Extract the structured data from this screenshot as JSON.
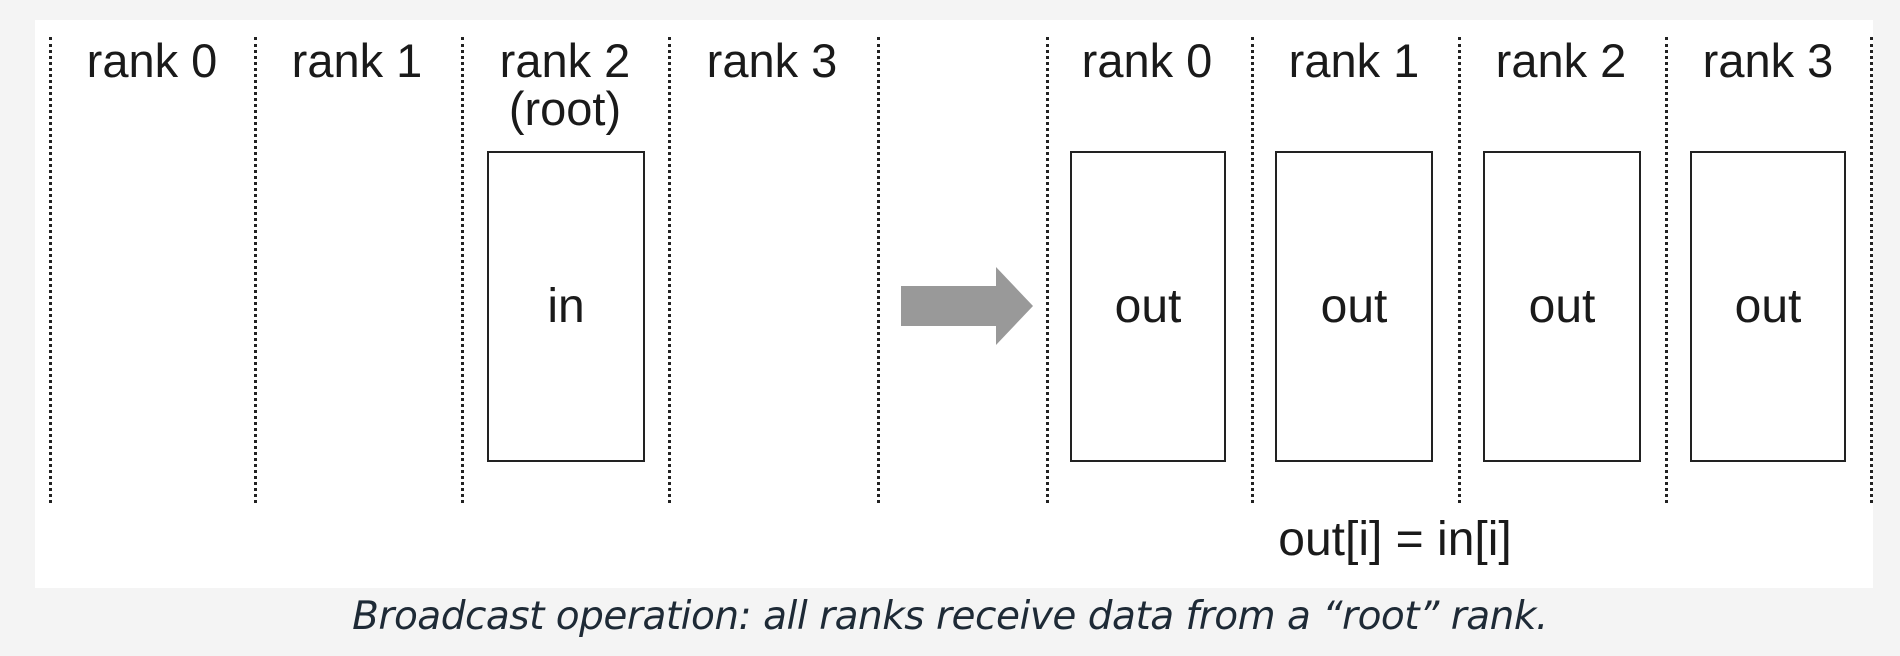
{
  "before": {
    "ranks": [
      {
        "label": "rank 0",
        "sub": ""
      },
      {
        "label": "rank 1",
        "sub": ""
      },
      {
        "label": "rank 2",
        "sub": "(root)"
      },
      {
        "label": "rank 3",
        "sub": ""
      }
    ],
    "buffer_label": "in"
  },
  "after": {
    "ranks": [
      {
        "label": "rank 0"
      },
      {
        "label": "rank 1"
      },
      {
        "label": "rank 2"
      },
      {
        "label": "rank 3"
      }
    ],
    "buffer_labels": [
      "out",
      "out",
      "out",
      "out"
    ]
  },
  "arrow_icon": "right-arrow-icon",
  "formula": "out[i] = in[i]",
  "caption": "Broadcast operation: all ranks receive data from a “root” rank.",
  "colors": {
    "arrow": "#999999",
    "page_background": "#f4f4f4",
    "panel_background": "#ffffff",
    "caption_text": "#1e2a36"
  }
}
